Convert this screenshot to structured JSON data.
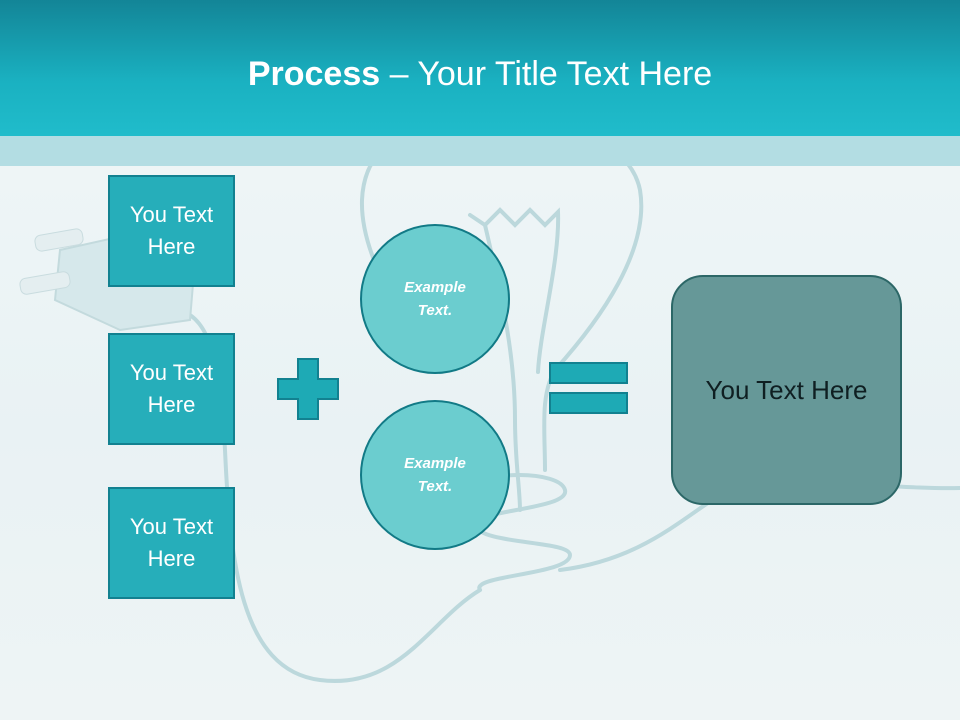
{
  "title": {
    "bold": "Process",
    "dash": " – ",
    "rest": "Your Title Text Here"
  },
  "inputs": [
    {
      "label": "You Text Here"
    },
    {
      "label": "You Text Here"
    },
    {
      "label": "You Text Here"
    }
  ],
  "circles": [
    {
      "label": "Example Text."
    },
    {
      "label": "Example Text."
    }
  ],
  "result": {
    "label": "You Text Here"
  },
  "colors": {
    "header": "#1ab1c1",
    "box_fill": "#26aeba",
    "circle_fill": "#6bcdcf",
    "result_fill": "#669898",
    "symbol_fill": "#1eaab5"
  },
  "icons": [
    "plus-icon",
    "equals-icon",
    "lightbulb-icon",
    "plug-icon"
  ]
}
